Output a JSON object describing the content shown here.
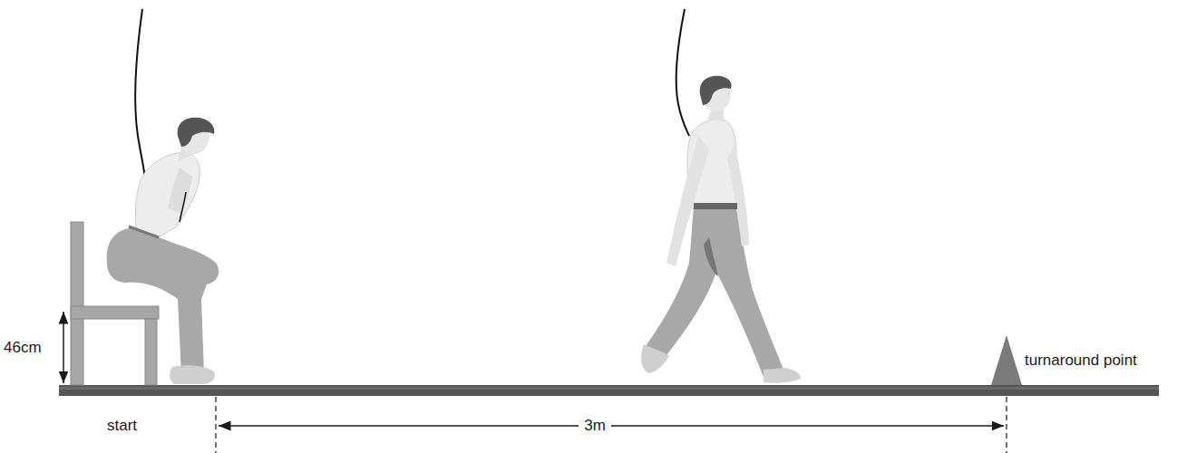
{
  "diagram": {
    "labels": [
      "46cm",
      "turnaround point",
      "start",
      "3m"
    ]
  }
}
